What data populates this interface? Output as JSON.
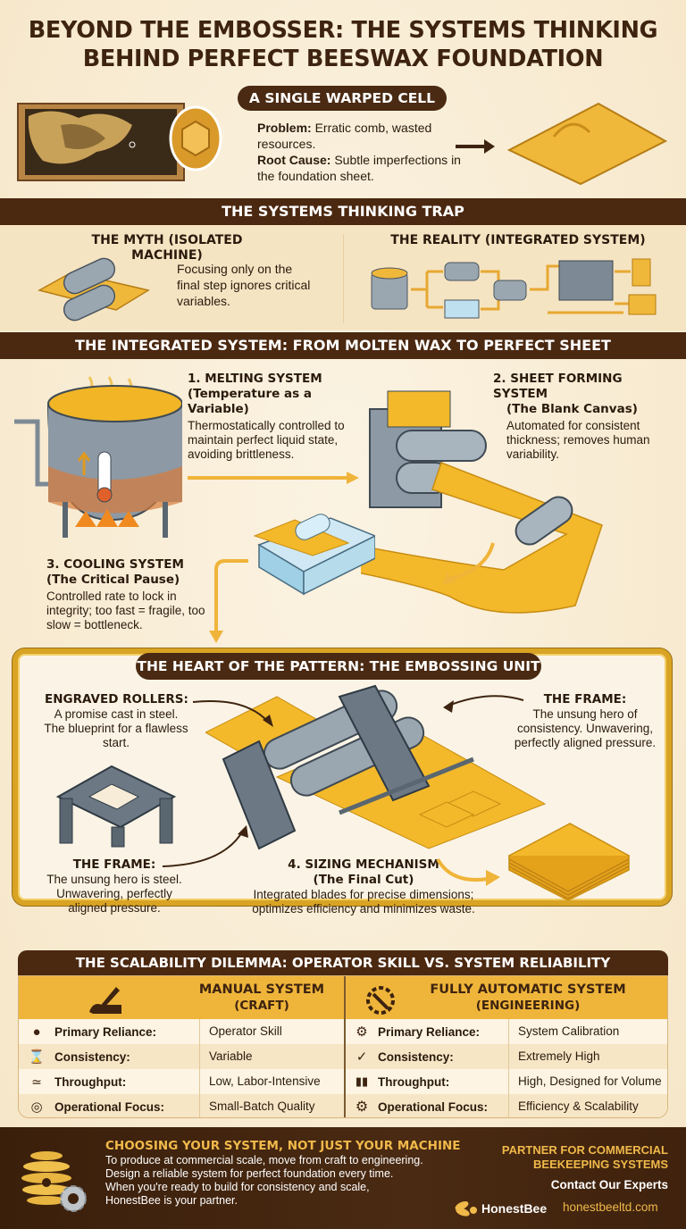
{
  "title": {
    "line1": "BEYOND THE EMBOSSER: THE SYSTEMS THINKING",
    "line2": "BEHIND PERFECT BEESWAX FOUNDATION"
  },
  "warped_cell": {
    "pill": "A SINGLE WARPED CELL",
    "problem_label": "Problem:",
    "problem_text": " Erratic comb, wasted resources.",
    "root_label": "Root Cause:",
    "root_text": " Subtle imperfections in the foundation sheet."
  },
  "trap": {
    "band": "THE SYSTEMS THINKING TRAP",
    "myth_title": "THE MYTH (ISOLATED MACHINE)",
    "myth_text": "Focusing only on the final step ignores critical variables.",
    "reality_title": "THE REALITY (INTEGRATED SYSTEM)"
  },
  "integrated": {
    "band": "THE INTEGRATED SYSTEM: FROM MOLTEN WAX TO PERFECT SHEET",
    "steps": [
      {
        "title": "1. MELTING SYSTEM",
        "subtitle": "(Temperature as a Variable)",
        "text": "Thermostatically controlled to maintain perfect liquid state, avoiding brittleness."
      },
      {
        "title": "2. SHEET FORMING SYSTEM",
        "subtitle": "(The Blank Canvas)",
        "text": "Automated for consistent thickness; removes human variability."
      },
      {
        "title": "3. COOLING SYSTEM",
        "subtitle": "(The Critical Pause)",
        "text": "Controlled rate to lock in integrity; too fast = fragile, too slow = bottleneck."
      }
    ]
  },
  "embossing": {
    "pill": "THE HEART OF THE PATTERN: THE EMBOSSING UNIT",
    "rollers_title": "ENGRAVED ROLLERS:",
    "rollers_text": "A promise cast in steel. The blueprint for a flawless start.",
    "frame_right_title": "THE FRAME:",
    "frame_right_text": "The unsung hero of consistency. Unwavering, perfectly aligned pressure.",
    "frame_left_title": "THE FRAME:",
    "frame_left_text": "The unsung hero is steel. Unwavering, perfectly aligned pressure.",
    "sizing_title": "4. SIZING MECHANISM",
    "sizing_subtitle": "(The Final Cut)",
    "sizing_text": "Integrated blades for precise dimensions; optimizes efficiency and minimizes waste."
  },
  "scalability": {
    "band": "THE SCALABILITY DILEMMA: OPERATOR SKILL VS. SYSTEM RELIABILITY",
    "manual": {
      "header": "MANUAL SYSTEM",
      "subheader": "(CRAFT)",
      "icon": "hand-writing-icon",
      "rows": [
        {
          "icon": "person-icon",
          "label": "Primary Reliance:",
          "value": "Operator Skill"
        },
        {
          "icon": "hourglass-icon",
          "label": "Consistency:",
          "value": "Variable"
        },
        {
          "icon": "snail-icon",
          "label": "Throughput:",
          "value": "Low, Labor-Intensive"
        },
        {
          "icon": "target-icon",
          "label": "Operational Focus:",
          "value": "Small-Batch Quality"
        }
      ]
    },
    "automatic": {
      "header": "FULLY AUTOMATIC SYSTEM",
      "subheader": "(ENGINEERING)",
      "icon": "gear-wrench-icon",
      "rows": [
        {
          "icon": "gear-icon",
          "label": "Primary Reliance:",
          "value": "System Calibration"
        },
        {
          "icon": "check-circle-icon",
          "label": "Consistency:",
          "value": "Extremely High"
        },
        {
          "icon": "bar-chart-icon",
          "label": "Throughput:",
          "value": "High, Designed for Volume"
        },
        {
          "icon": "cog-icon",
          "label": "Operational Focus:",
          "value": "Efficiency & Scalability"
        }
      ]
    }
  },
  "footer": {
    "heading": "CHOOSING YOUR SYSTEM, NOT JUST YOUR MACHINE",
    "lines": [
      "To produce at commercial scale, move from craft to engineering.",
      "Design a reliable system for perfect foundation every time.",
      "When you're ready to build for consistency and scale,",
      "HonestBee is your partner."
    ],
    "partner_line1": "PARTNER FOR COMMERCIAL",
    "partner_line2": "BEEKEEPING SYSTEMS",
    "contact": "Contact Our Experts",
    "brand": "HonestBee",
    "website": "honestbeeltd.com"
  },
  "colors": {
    "background": "#f8ecd4",
    "band_brown": "#4b2810",
    "gold": "#efb53a",
    "wax_yellow": "#f3b92a",
    "steel": "#7d8a95"
  }
}
